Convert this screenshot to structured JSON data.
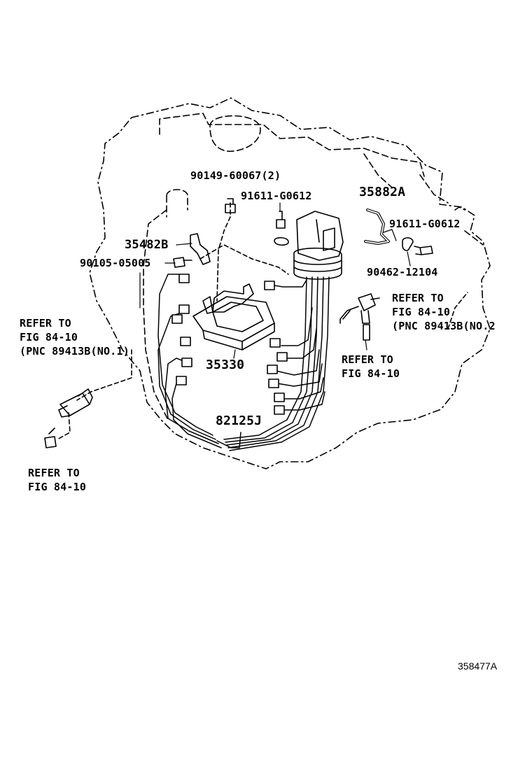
{
  "parts": {
    "bolt_top": "90149-60067(2)",
    "bolt_a": "91611-G0612",
    "bracket": "35482B",
    "bolt_bracket": "90105-05005",
    "pipe": "35882A",
    "bolt_b": "91611-G0612",
    "clamp": "90462-12104",
    "solenoid_block": "35330",
    "wire_harness": "82125J"
  },
  "references": {
    "left": {
      "line1": "REFER TO",
      "line2": "FIG 84-10",
      "line3": "(PNC 89413B(NO.1)"
    },
    "bottom_left": {
      "line1": "REFER TO",
      "line2": "FIG 84-10"
    },
    "right": {
      "line1": "REFER TO",
      "line2": "FIG 84-10",
      "line3": "(PNC 89413B(NO.2"
    },
    "right_lower": {
      "line1": "REFER TO",
      "line2": "FIG 84-10"
    }
  },
  "illustration_id": "358477A",
  "colors": {
    "ink": "#000000",
    "background": "#ffffff"
  }
}
